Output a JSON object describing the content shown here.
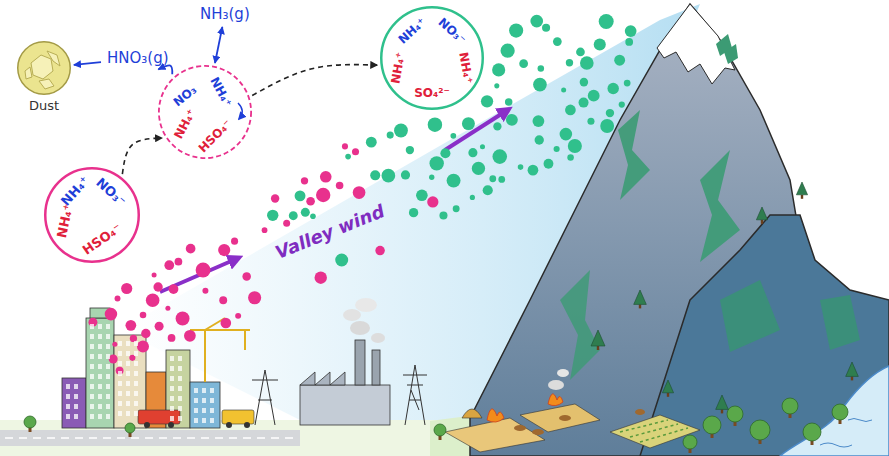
{
  "diagram": {
    "nodes": [
      {
        "text": [
          "Dust"
        ]
      },
      {
        "text": [
          "HNO₃(g)"
        ]
      },
      {
        "text": [
          "NH₃(g)"
        ]
      },
      {
        "text": [
          "NH₄⁺",
          "NO₃⁻",
          "NH₄⁺",
          "HSO₄⁻"
        ]
      },
      {
        "text": [
          "NO₃",
          "NH₄⁺",
          "NH₄⁺",
          "HSO₄⁻"
        ]
      },
      {
        "text": [
          "NH₄⁺",
          "NO₃⁻",
          "NH₄⁺",
          "SO₄²⁻",
          "NH₄⁺"
        ]
      }
    ],
    "edges": [
      {
        "from": 1,
        "to": 0,
        "arrow": "to"
      },
      {
        "from": 4,
        "to": 1,
        "arrow": "to"
      },
      {
        "from": 2,
        "to": 4,
        "arrow": "both"
      },
      {
        "from": 3,
        "to": 4,
        "arrow": "to"
      },
      {
        "from": 4,
        "to": 5,
        "arrow": "to"
      }
    ],
    "labels": [
      "Valley wind"
    ]
  }
}
